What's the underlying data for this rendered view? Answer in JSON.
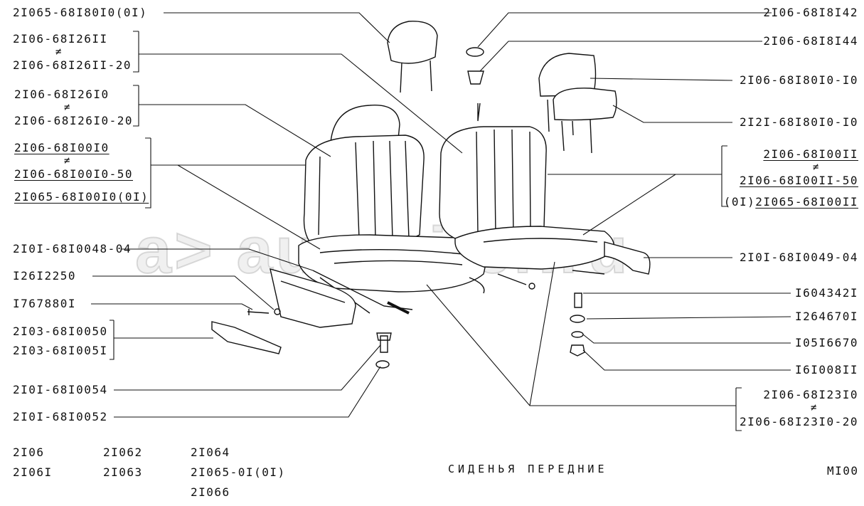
{
  "title": "СИДЕНЬЯ ПЕРЕДНИЕ",
  "page_code": "MI00",
  "watermark": "a> autopiter.ru",
  "not_equal_symbol": "≠",
  "left_labels": {
    "headrest_left": "2I065-68I80I0(0I)",
    "back_cover_a": "2I06-68I26II",
    "back_cover_b": "2I06-68I26II-20",
    "back_cover2_a": "2I06-68I26I0",
    "back_cover2_b": "2I06-68I26I0-20",
    "seat_left_a": "2I06-68I00I0",
    "seat_left_b": "2I06-68I00I0-50",
    "seat_left_c": "2I065-68I00I0(0I)",
    "trim_left": "2I0I-68I0048-04",
    "cap": "I26I2250",
    "screw": "I767880I",
    "handle_a": "2I03-68I0050",
    "handle_b": "2I03-68I005I",
    "bolt": "2I0I-68I0054",
    "washer": "2I0I-68I0052"
  },
  "right_labels": {
    "bushing1": "2I06-68I8I42",
    "bushing2": "2I06-68I8I44",
    "headrest1": "2I06-68I80I0-I0",
    "headrest2": "2I2I-68I80I0-I0",
    "seat_right_a": "2I06-68I00II",
    "seat_right_b": "2I06-68I00II-50",
    "seat_right_c_prefix": "(0I)",
    "seat_right_c": "2I065-68I00II",
    "trim_right": "2I0I-68I0049-04",
    "bolt": "I604342I",
    "washer": "I264670I",
    "spring_washer": "I05I6670",
    "nut": "I6I008II",
    "cushion_a": "2I06-68I23I0",
    "cushion_b": "2I06-68I23I0-20"
  },
  "models": [
    "2I06",
    "2I06I",
    "2I062",
    "2I063",
    "2I064",
    "2I065-0I(0I)",
    "2I066"
  ]
}
